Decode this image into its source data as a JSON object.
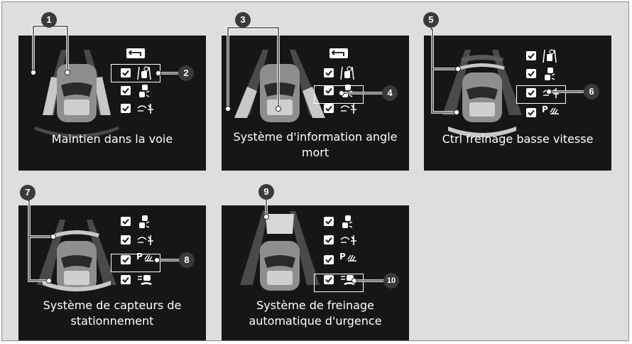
{
  "colors": {
    "background": "#dedede",
    "panel": "#161616",
    "callout": "#3a3a3a",
    "highlight": "#ffffff",
    "lane": "#4a4a4a"
  },
  "panels": [
    {
      "caption": "Maintien dans la voie",
      "icons": [
        "back-arrow-icon",
        "lane-keep-icon",
        "blind-spot-icon",
        "low-speed-brake-icon"
      ],
      "highlighted": "lane-keep-icon"
    },
    {
      "caption": "Système d'information angle mort",
      "icons": [
        "back-arrow-icon",
        "lane-keep-icon",
        "blind-spot-icon",
        "low-speed-brake-icon"
      ],
      "highlighted": "blind-spot-icon"
    },
    {
      "caption": "Ctrl freinage basse vitesse",
      "icons": [
        "lane-keep-icon",
        "blind-spot-icon",
        "low-speed-brake-icon",
        "parking-sensor-icon"
      ],
      "highlighted": "low-speed-brake-icon"
    },
    {
      "caption": "Système de capteurs de stationnement",
      "icons": [
        "blind-spot-icon",
        "low-speed-brake-icon",
        "parking-sensor-icon",
        "emergency-brake-icon"
      ],
      "highlighted": "parking-sensor-icon"
    },
    {
      "caption": "Système de freinage automatique d'urgence",
      "icons": [
        "blind-spot-icon",
        "low-speed-brake-icon",
        "parking-sensor-icon",
        "emergency-brake-icon"
      ],
      "highlighted": "emergency-brake-icon"
    }
  ],
  "parking_label": "P",
  "callouts": [
    "1",
    "2",
    "3",
    "4",
    "5",
    "6",
    "7",
    "8",
    "9",
    "10"
  ]
}
